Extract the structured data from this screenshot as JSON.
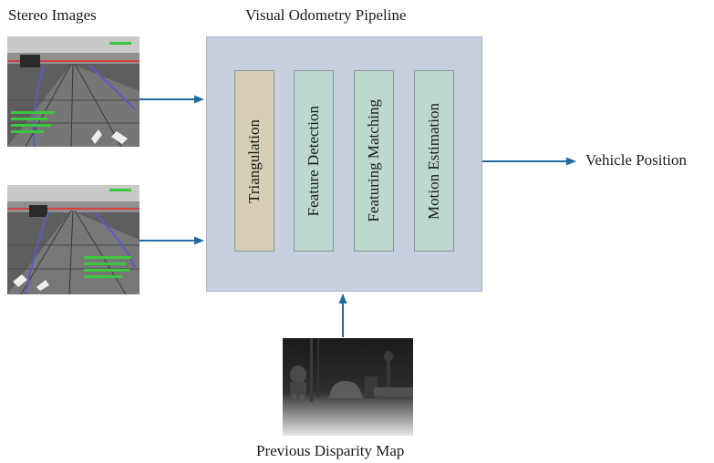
{
  "labels": {
    "stereo_images": "Stereo Images",
    "pipeline": "Visual Odometry Pipeline",
    "output": "Vehicle Position",
    "disparity": "Previous Disparity Map"
  },
  "stages": [
    {
      "label": "Triangulation"
    },
    {
      "label": "Feature Detection"
    },
    {
      "label": "Featuring Matching"
    },
    {
      "label": "Motion Estimation"
    }
  ],
  "colors": {
    "pipeline_bg": "#c8d0df",
    "stage_triangulation": "#d6cfb6",
    "stage_other": "#bcd8d1",
    "arrow": "#1f6aa0"
  }
}
